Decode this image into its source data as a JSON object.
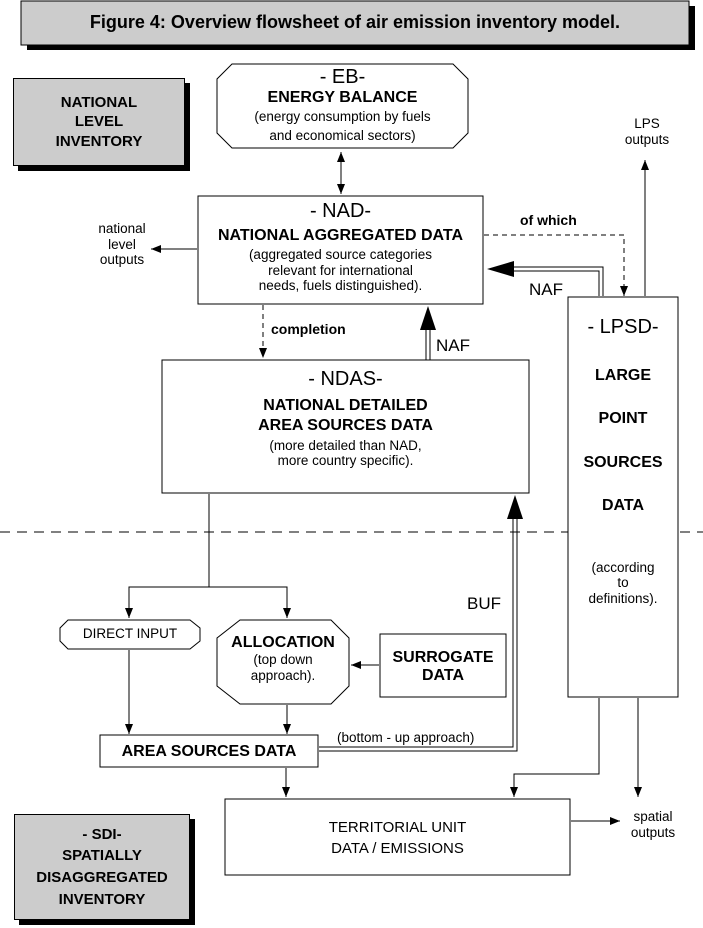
{
  "title": "Figure 4: Overview flowsheet of air emission inventory model.",
  "zones": {
    "national": {
      "lines": [
        "NATIONAL",
        "LEVEL",
        "INVENTORY"
      ]
    },
    "spatial": {
      "code": "- SDI-",
      "lines": [
        "SPATIALLY",
        "DISAGGREGATED",
        "INVENTORY"
      ]
    }
  },
  "nodes": {
    "eb": {
      "code": "- EB-",
      "name": "ENERGY BALANCE",
      "desc": [
        "(energy consumption by fuels",
        "and economical sectors)"
      ]
    },
    "nad": {
      "code": "- NAD-",
      "name": "NATIONAL AGGREGATED DATA",
      "desc": [
        "(aggregated source categories",
        "relevant for international",
        "needs, fuels distinguished)."
      ]
    },
    "ndas": {
      "code": "- NDAS-",
      "name": [
        "NATIONAL DETAILED",
        "AREA SOURCES DATA"
      ],
      "desc": [
        "(more detailed than NAD,",
        "more country specific)."
      ]
    },
    "lpsd": {
      "code": "- LPSD-",
      "name": [
        "LARGE",
        "POINT",
        "SOURCES",
        "DATA"
      ],
      "desc": [
        "(according",
        "to",
        "definitions)."
      ]
    },
    "direct_input": {
      "name": "DIRECT INPUT"
    },
    "allocation": {
      "name": "ALLOCATION",
      "desc": [
        "(top down",
        "approach)."
      ]
    },
    "surrogate": {
      "name": [
        "SURROGATE",
        "DATA"
      ]
    },
    "area_sources": {
      "name": "AREA SOURCES DATA"
    },
    "territorial": {
      "name": [
        "TERRITORIAL UNIT",
        "DATA / EMISSIONS"
      ]
    }
  },
  "outputs": {
    "national": [
      "national",
      "level",
      "outputs"
    ],
    "lps": [
      "LPS",
      "outputs"
    ],
    "spatial": [
      "spatial",
      "outputs"
    ]
  },
  "edge_labels": {
    "of_which": "of which",
    "completion": "completion",
    "naf_lpsd": "NAF",
    "naf_ndas": "NAF",
    "buf": "BUF",
    "bottom_up": "(bottom -  up approach)"
  }
}
